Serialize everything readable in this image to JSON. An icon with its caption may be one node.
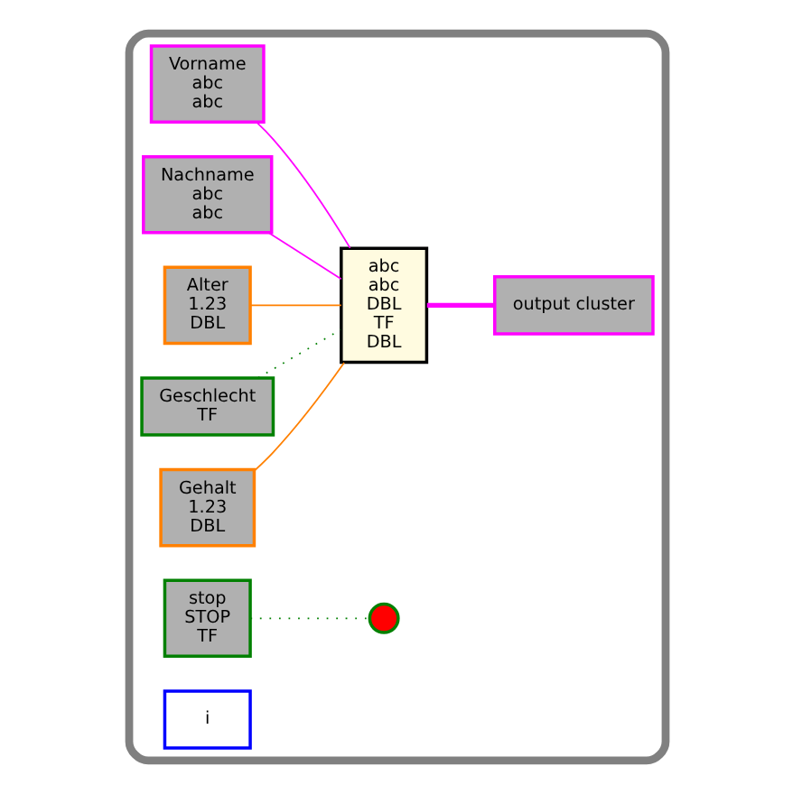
{
  "diagram": {
    "nodes": [
      {
        "text": [],
        "shape": "box"
      },
      {
        "text": [
          "Vorname",
          "abc",
          "abc"
        ],
        "in": 0
      },
      {
        "text": [
          "Nachname",
          "abc",
          "abc"
        ],
        "in": 0
      },
      {
        "text": [
          "Alter",
          "1.23",
          "DBL"
        ],
        "in": 0
      },
      {
        "text": [
          "Geschlecht",
          "TF"
        ],
        "in": 0
      },
      {
        "text": [
          "Gehalt",
          "1.23",
          "DBL"
        ],
        "in": 0
      },
      {
        "text": [
          "abc",
          "abc",
          "DBL",
          "TF",
          "DBL"
        ],
        "in": 0
      },
      {
        "text": [
          "output cluster"
        ],
        "in": 0
      },
      {
        "text": [
          "stop",
          "STOP",
          "TF"
        ],
        "in": 0
      },
      {
        "text": [],
        "shape": "circle",
        "in": 0
      },
      {
        "text": [
          "i"
        ],
        "in": 0
      }
    ],
    "edges": [
      {
        "from": 1,
        "to": 6,
        "arrow": "none",
        "color": "#ff00ff"
      },
      {
        "from": 2,
        "to": 6,
        "arrow": "none",
        "color": "#ff00ff"
      },
      {
        "from": 3,
        "to": 6,
        "arrow": "none",
        "color": "#ff8000"
      },
      {
        "from": 4,
        "to": 6,
        "arrow": "none",
        "style": "dashed",
        "color": "#008000"
      },
      {
        "from": 5,
        "to": 6,
        "arrow": "none",
        "color": "#ff8000"
      },
      {
        "from": 6,
        "to": 7,
        "arrow": "none",
        "style": "thick",
        "color": "#ff00ff"
      },
      {
        "from": 8,
        "to": 9,
        "arrow": "none",
        "style": "dashed",
        "color": "#008000"
      }
    ]
  }
}
